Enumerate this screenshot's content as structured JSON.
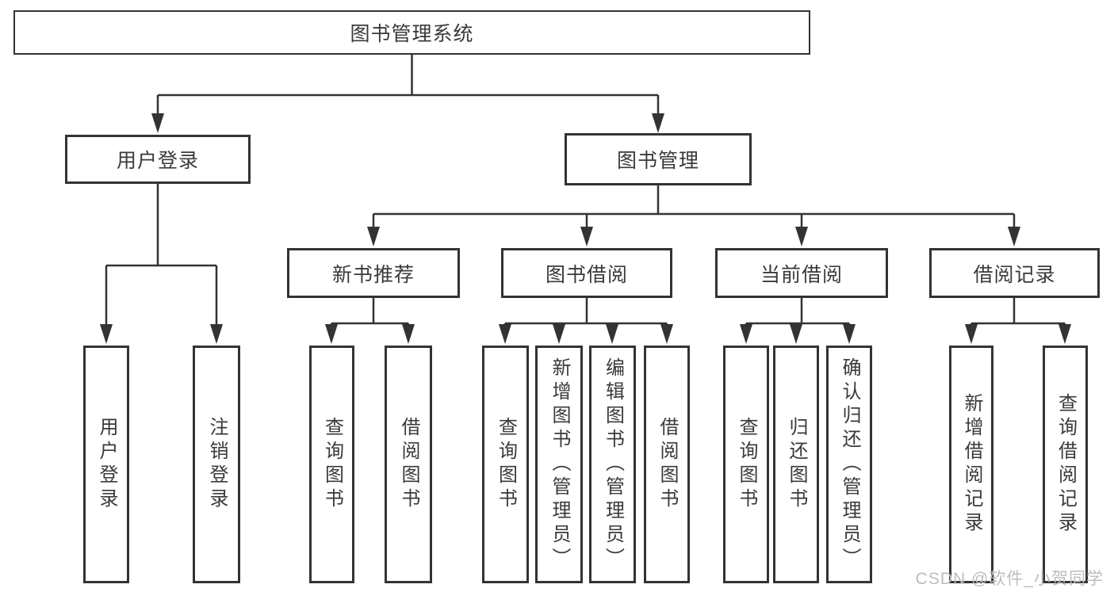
{
  "colors": {
    "line": "#333333",
    "box_border": "#333333",
    "text": "#3a3a3a",
    "watermark": "#bdbdbd",
    "background": "#ffffff"
  },
  "watermark": {
    "text": "CSDN @软件_小贺同学"
  },
  "tree": {
    "label": "图书管理系统",
    "children": [
      {
        "label": "用户登录",
        "children": [
          {
            "label": "用户登录"
          },
          {
            "label": "注销登录"
          }
        ]
      },
      {
        "label": "图书管理",
        "children": [
          {
            "label": "新书推荐",
            "children": [
              {
                "label": "查询图书"
              },
              {
                "label": "借阅图书"
              }
            ]
          },
          {
            "label": "图书借阅",
            "children": [
              {
                "label": "查询图书"
              },
              {
                "label": "新增图书（管理员）"
              },
              {
                "label": "编辑图书（管理员）"
              },
              {
                "label": "借阅图书"
              }
            ]
          },
          {
            "label": "当前借阅",
            "children": [
              {
                "label": "查询图书"
              },
              {
                "label": "归还图书"
              },
              {
                "label": "确认归还（管理员）"
              }
            ]
          },
          {
            "label": "借阅记录",
            "children": [
              {
                "label": "新增借阅记录"
              },
              {
                "label": "查询借阅记录"
              }
            ]
          }
        ]
      }
    ]
  }
}
